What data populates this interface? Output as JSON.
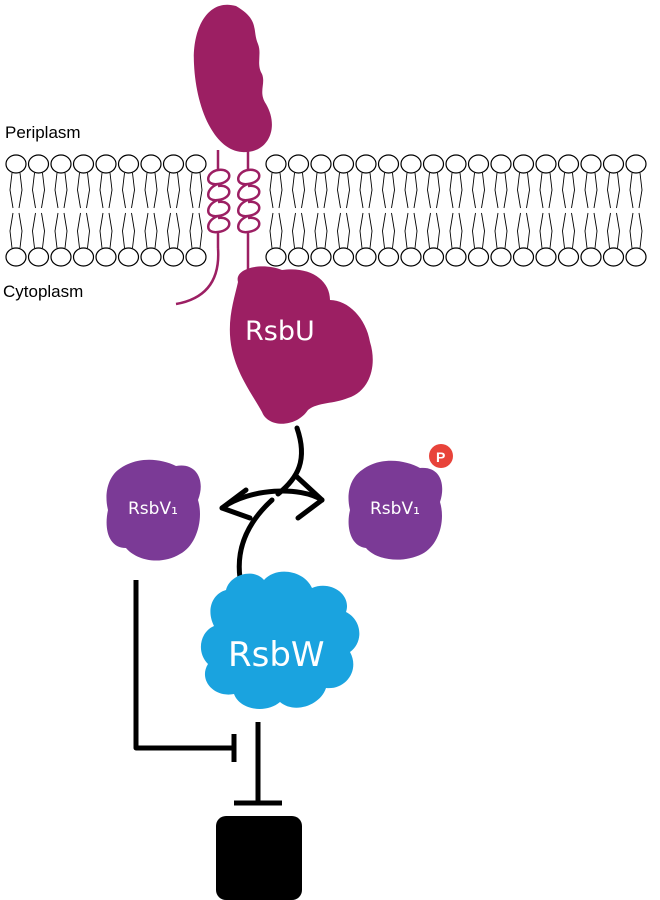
{
  "labels": {
    "periplasm": "Periplasm",
    "cytoplasm": "Cytoplasm"
  },
  "proteins": {
    "rsbu": "RsbU",
    "rsbv_left": "RsbV₁",
    "rsbv_right": "RsbV₁",
    "rsbw": "RsbW",
    "phospho": "P"
  },
  "colors": {
    "rsbu": "#9c1f63",
    "rsbv": "#7b3a96",
    "rsbw": "#1aa3df",
    "phospho": "#e8433a",
    "lines": "#000000",
    "membrane": "#000000"
  }
}
